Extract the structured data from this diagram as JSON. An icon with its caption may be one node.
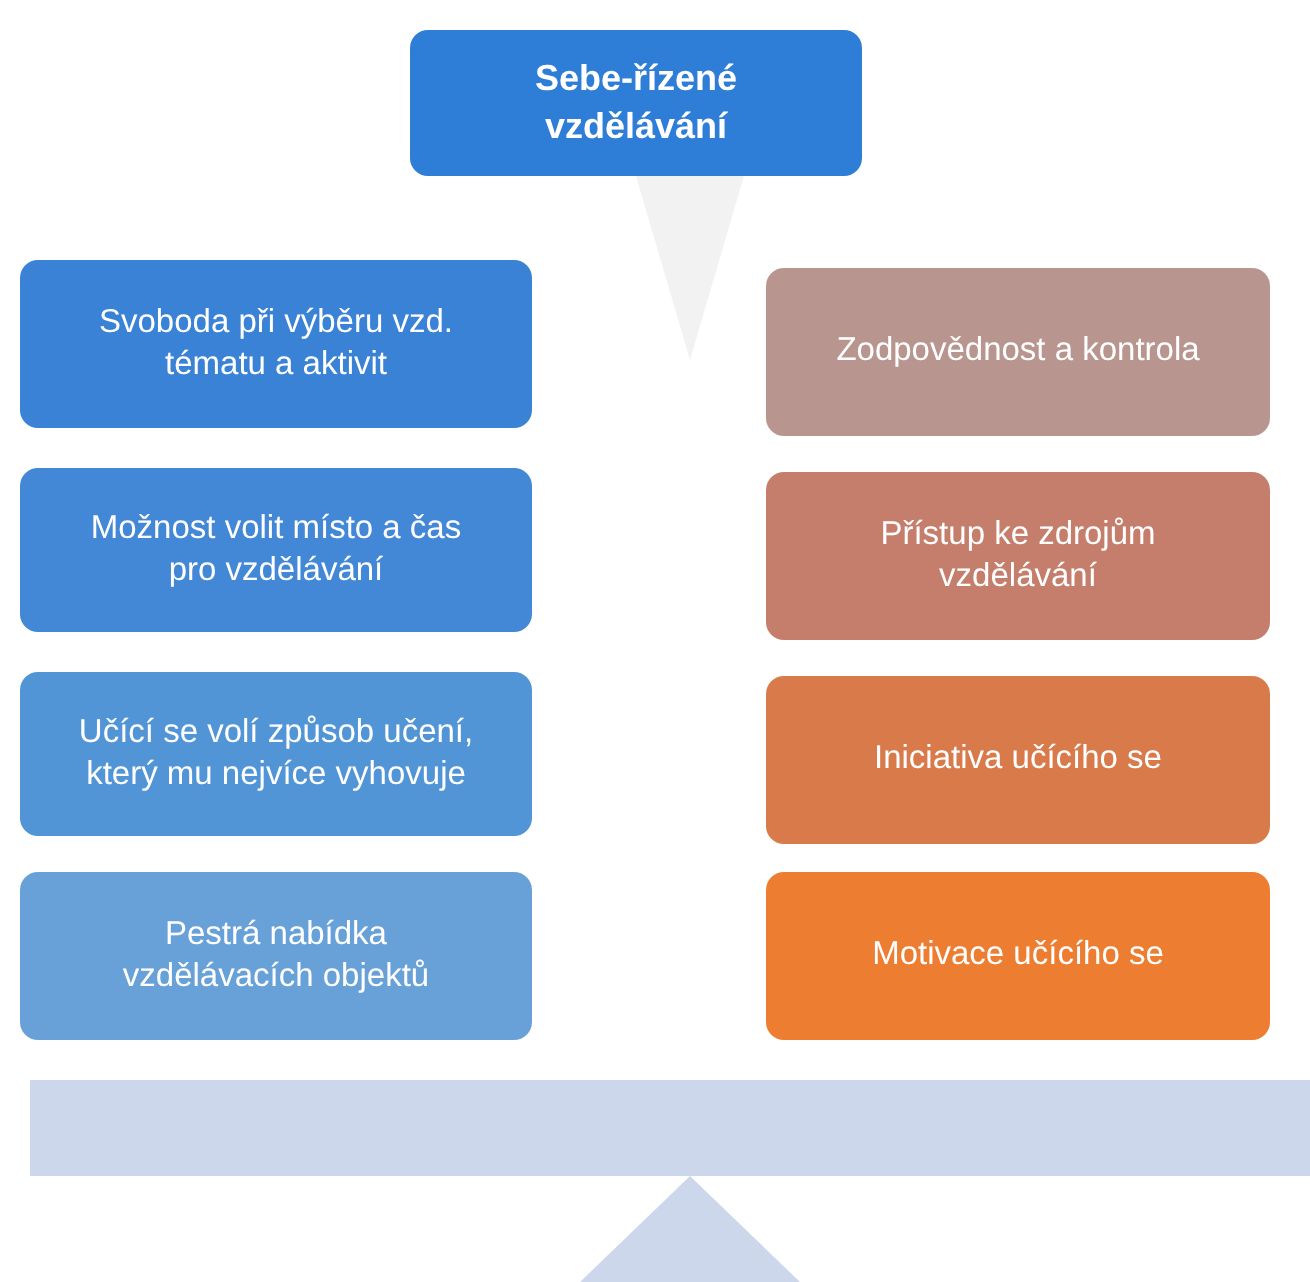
{
  "diagram": {
    "nodes": [
      {
        "text": [
          "Sebe-řízené vzdělávání"
        ]
      },
      {
        "text": [
          "Svoboda při výběru vzd. tématu a aktivit"
        ]
      },
      {
        "text": [
          "Možnost volit místo a čas pro vzdělávání"
        ]
      },
      {
        "text": [
          "Učící se volí způsob učení, který mu nejvíce vyhovuje"
        ]
      },
      {
        "text": [
          "Pestrá nabídka vzdělávacích objektů"
        ]
      },
      {
        "text": [
          "Zodpovědnost a kontrola"
        ]
      },
      {
        "text": [
          "Přístup ke zdrojům vzdělávání"
        ]
      },
      {
        "text": [
          "Iniciativa učícího se"
        ]
      },
      {
        "text": [
          "Motivace učícího se"
        ]
      }
    ]
  }
}
